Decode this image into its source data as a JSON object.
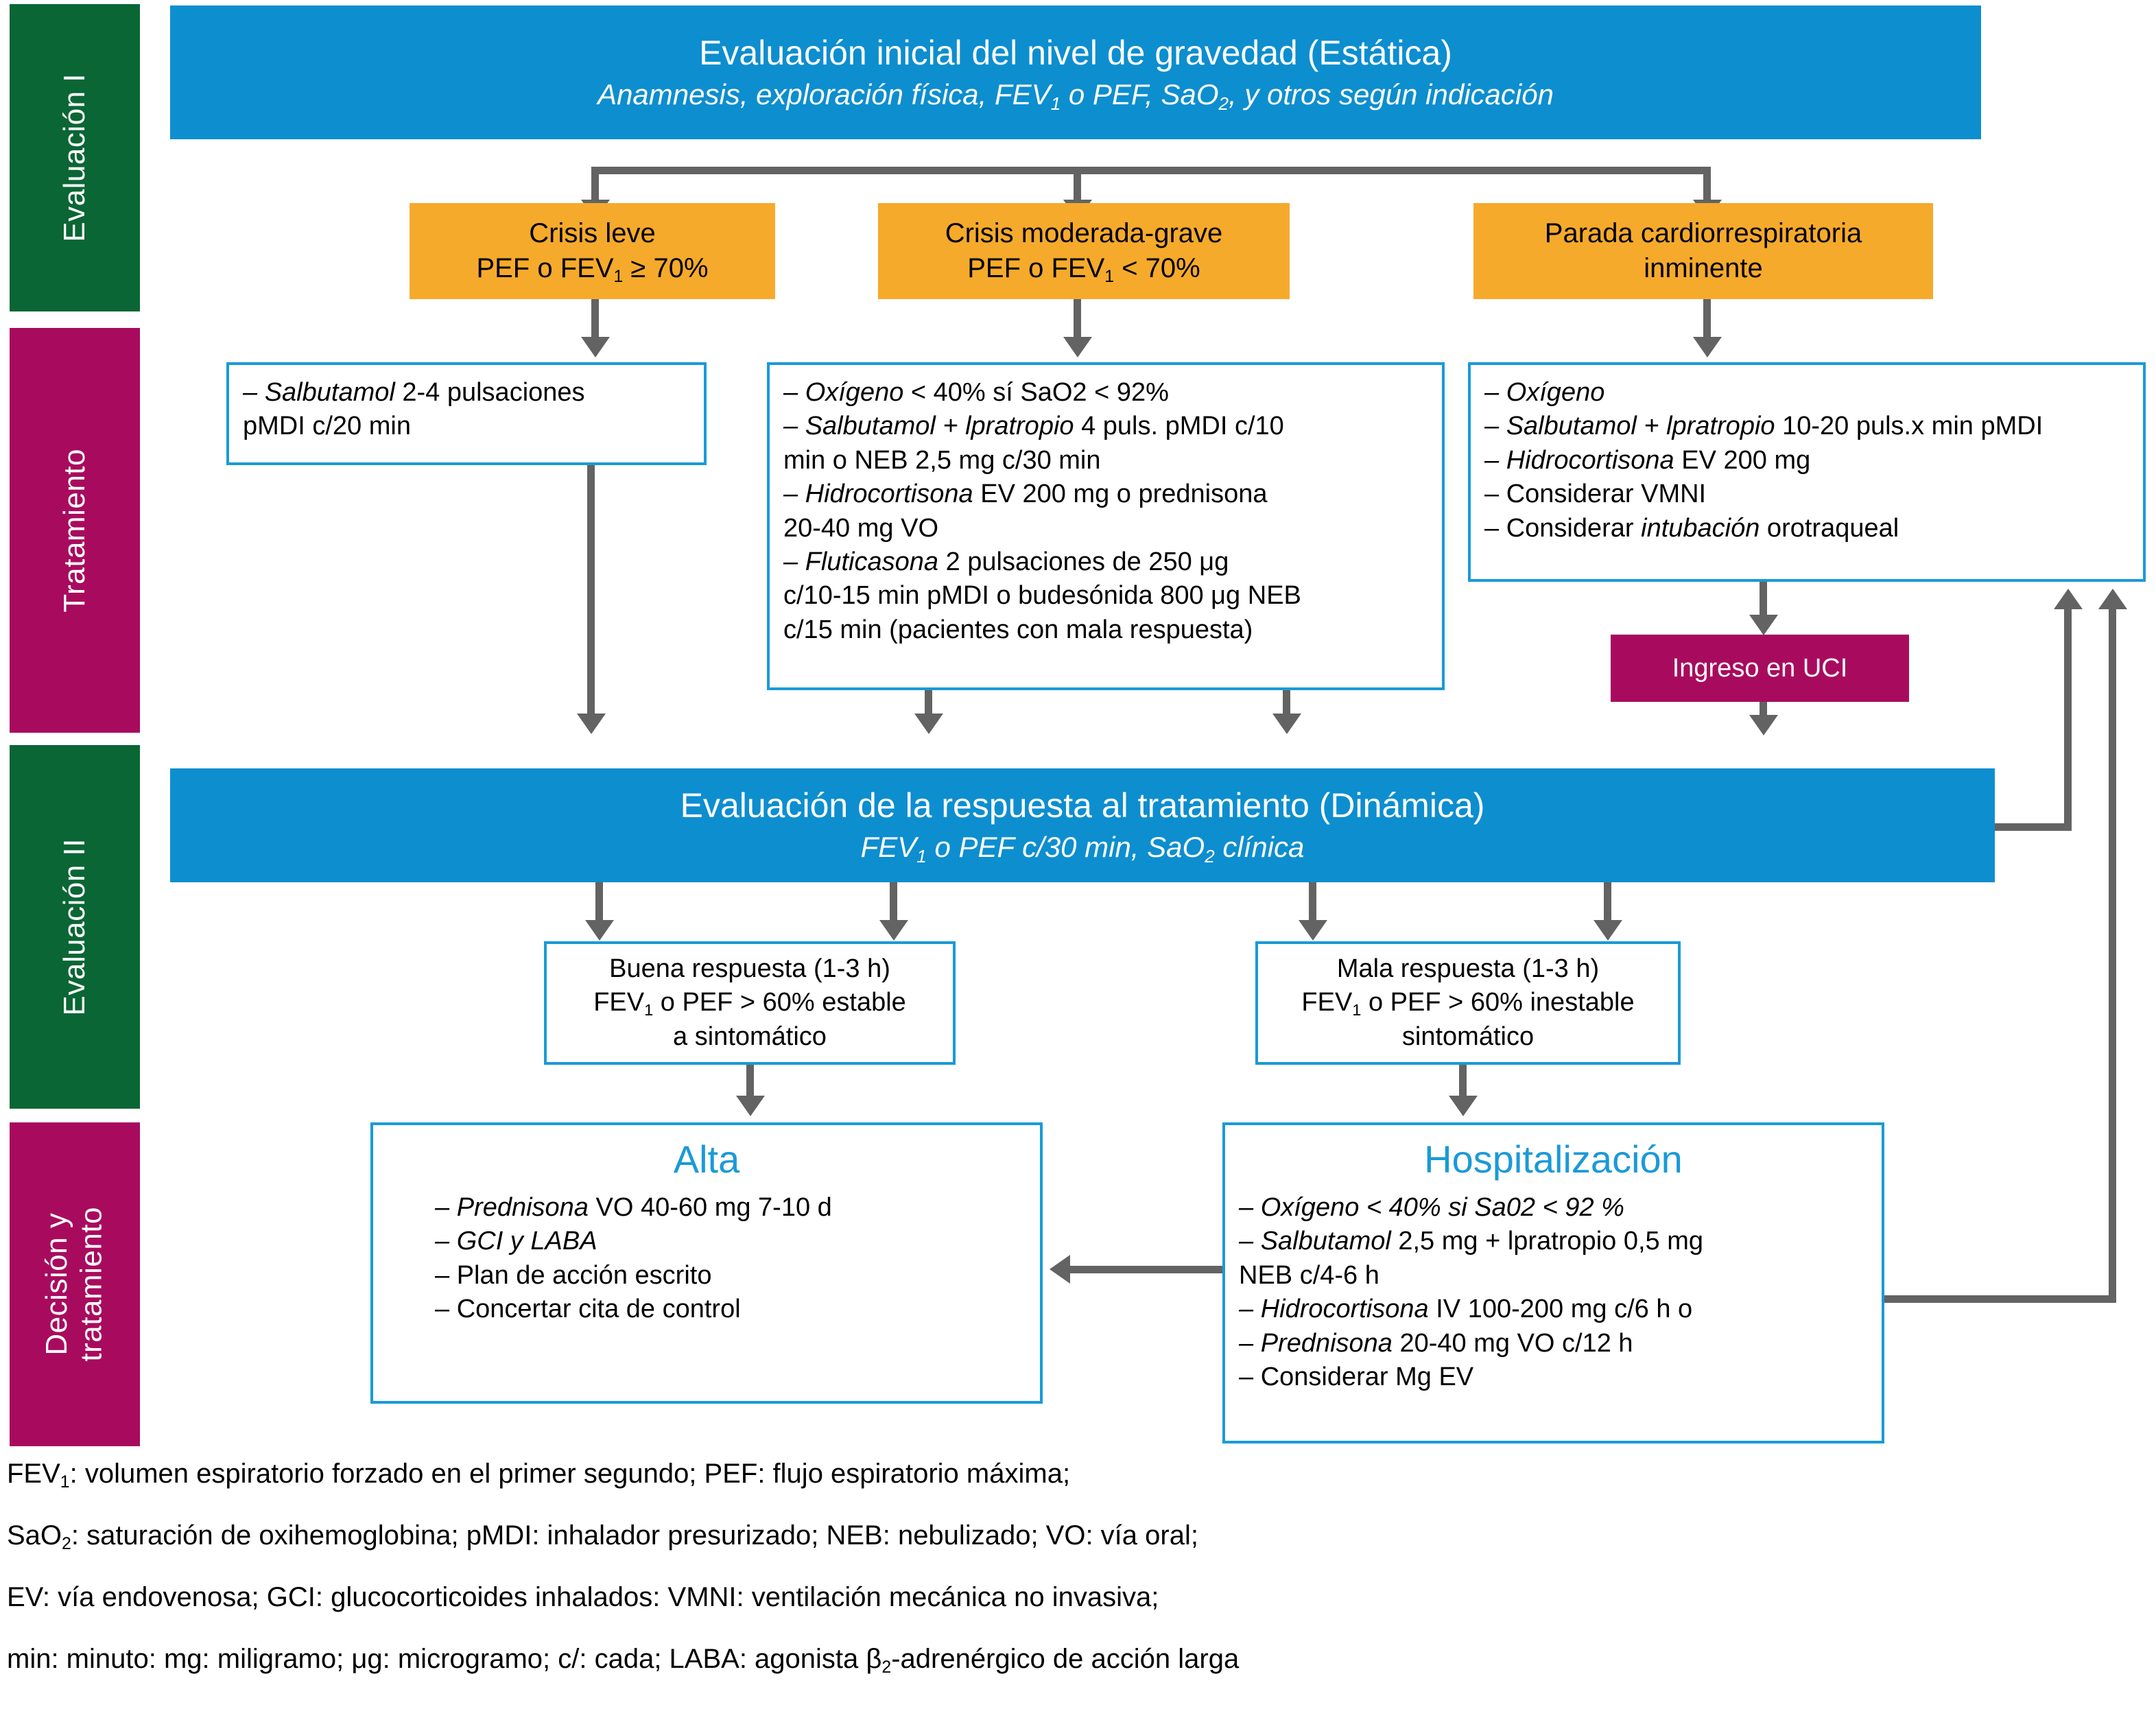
{
  "phases": [
    {
      "label": "Evaluación I",
      "color": "#0a6634"
    },
    {
      "label": "Tratamiento",
      "color": "#a80b5e"
    },
    {
      "label": "Evaluación II",
      "color": "#0a6634"
    },
    {
      "label": "Decisión y\ntratamiento",
      "color": "#a80b5e"
    }
  ],
  "evaluation_1": {
    "title": "Evaluación inicial del nivel de gravedad (Estática)",
    "subtitle_pre": "Anamnesis, exploración física, FEV",
    "subtitle_sub1": "1",
    "subtitle_mid": " o PEF, SaO",
    "subtitle_sub2": "2",
    "subtitle_post": ", y otros según indicación"
  },
  "severity": [
    {
      "line1": "Crisis leve",
      "line2_pre": "PEF o FEV",
      "line2_sub": "1",
      "line2_post": " ≥ 70%"
    },
    {
      "line1": "Crisis moderada-grave",
      "line2_pre": "PEF o FEV",
      "line2_sub": "1",
      "line2_post": " < 70%"
    },
    {
      "line1": "Parada cardiorrespiratoria",
      "line2_pre": "inminente",
      "line2_sub": "",
      "line2_post": ""
    }
  ],
  "treatment_mild": {
    "items": [
      "– Salbutamol 2-4 pulsaciones pMDI c/20 min"
    ],
    "lines": [
      {
        "em": "– Salbutamol",
        "rest": " 2-4 pulsaciones"
      },
      {
        "em": "",
        "rest": "pMDI c/20 min"
      }
    ]
  },
  "treatment_moderate": {
    "lines": [
      {
        "em": "– Oxígeno",
        "rest": " < 40% sí SaO2 < 92%"
      },
      {
        "em": "– Salbutamol + lpratropio",
        "rest": " 4 puls. pMDI c/10"
      },
      {
        "em": "",
        "rest": "min o NEB 2,5 mg c/30 min"
      },
      {
        "em": "– Hidrocortisona",
        "rest": " EV 200 mg o prednisona"
      },
      {
        "em": "",
        "rest": "20-40 mg VO"
      },
      {
        "em": "– Fluticasona",
        "rest": " 2 pulsaciones de 250 μg"
      },
      {
        "em": "",
        "rest": "c/10-15 min pMDI o budesónida 800 μg NEB"
      },
      {
        "em": "",
        "rest": "c/15 min (pacientes con mala respuesta)"
      }
    ]
  },
  "treatment_arrest": {
    "lines": [
      {
        "em": "– Oxígeno",
        "rest": ""
      },
      {
        "em": "– Salbutamol + lpratropio",
        "rest": " 10-20 puls.x min pMDI"
      },
      {
        "em": "– Hidrocortisona",
        "rest": " EV 200 mg"
      },
      {
        "em": "",
        "rest": "– Considerar VMNI"
      },
      {
        "em": "",
        "rest": "– Considerar intubación orotraqueal"
      }
    ],
    "vmni_label": "– Considerar VMNI",
    "intubation_pre": "– Considerar ",
    "intubation_em": "intubación",
    "intubation_post": " orotraqueal"
  },
  "icu": {
    "label": "Ingreso en UCI"
  },
  "evaluation_2": {
    "title": "Evaluación de la respuesta al tratamiento (Dinámica)",
    "subtitle_pre": "FEV",
    "subtitle_sub1": "1",
    "subtitle_mid": " o PEF c/30 min, SaO",
    "subtitle_sub2": "2",
    "subtitle_post": " clínica"
  },
  "response": [
    {
      "line1": "Buena respuesta (1-3 h)",
      "line2_pre": "FEV",
      "line2_sub": "1",
      "line2_post": " o PEF > 60% estable",
      "line3": "a sintomático"
    },
    {
      "line1": "Mala respuesta (1-3 h)",
      "line2_pre": "FEV",
      "line2_sub": "1",
      "line2_post": " o PEF > 60% inestable",
      "line3": "sintomático"
    }
  ],
  "discharge": {
    "title": "Alta",
    "lines": [
      {
        "em": "– Prednisona",
        "rest": " VO 40-60 mg 7-10 d"
      },
      {
        "em": "– GCI y LABA",
        "rest": ""
      },
      {
        "em": "",
        "rest": "– Plan de acción escrito"
      },
      {
        "em": "",
        "rest": "– Concertar cita de control"
      }
    ]
  },
  "hospitalization": {
    "title": "Hospitalización",
    "lines": [
      {
        "em": "– Oxígeno < 40% si Sa02 < 92 %",
        "rest": ""
      },
      {
        "em": "– Salbutamol",
        "rest": " 2,5 mg + lpratropio 0,5 mg"
      },
      {
        "em": "",
        "rest": "NEB c/4-6 h"
      },
      {
        "em": "– Hidrocortisona",
        "rest": " IV 100-200 mg c/6 h o"
      },
      {
        "em": "– Prednisona",
        "rest": " 20-40 mg VO c/12 h"
      },
      {
        "em": "",
        "rest": "– Considerar Mg EV"
      }
    ]
  },
  "legend": {
    "line1_pre": "FEV",
    "line1_sub": "1",
    "line1_post": ": volumen espiratorio forzado en el primer segundo; PEF: flujo espiratorio máxima;",
    "line2_pre": "SaO",
    "line2_sub": "2",
    "line2_post": ": saturación de oxihemoglobina; pMDI: inhalador presurizado; NEB: nebulizado; VO: vía oral;",
    "line3": "EV: vía endovenosa; GCI: glucocorticoides inhalados: VMNI: ventilación mecánica no invasiva;",
    "line4_pre": "min: minuto: mg: miligramo; μg: microgramo; c/: cada; LABA: agonista β",
    "line4_sub": "2",
    "line4_post": "-adrenérgico de acción larga"
  },
  "colors": {
    "banner_blue": "#0d8ecf",
    "box_border_blue": "#1a9ad7",
    "severity_orange": "#f5aa2c",
    "phase_green": "#0a6634",
    "phase_magenta": "#a80b5e",
    "connector_gray": "#636363",
    "outcome_title_blue": "#1a9ad7"
  }
}
